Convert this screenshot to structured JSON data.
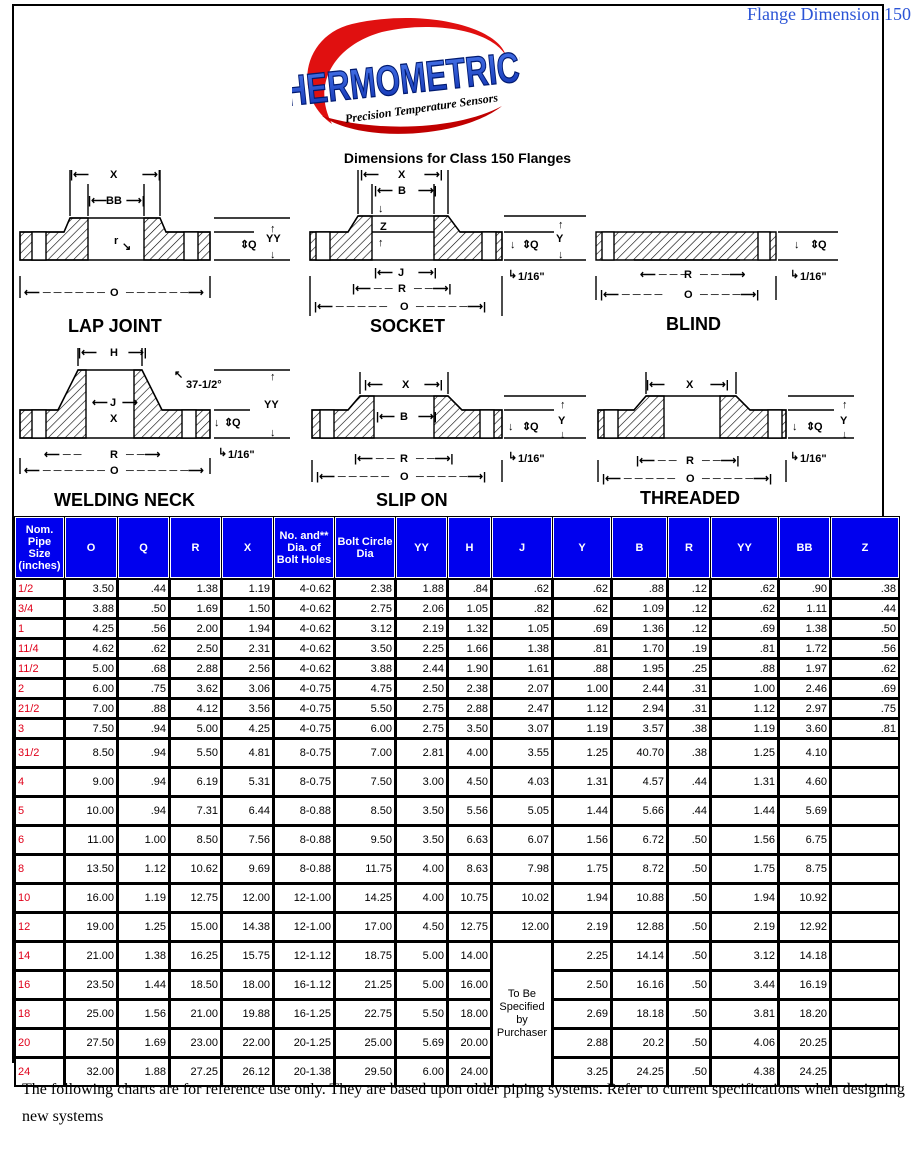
{
  "page_title": "Flange Dimension 150",
  "logo": {
    "brand": "THERMOMETRICS",
    "tagline": "Precision Temperature Sensors"
  },
  "heading": "Dimensions for Class 150 Flanges",
  "flanges": [
    "LAP JOINT",
    "SOCKET",
    "BLIND",
    "WELDING NECK",
    "SLIP ON",
    "THREADED"
  ],
  "dim_labels": {
    "x": "X",
    "bb": "BB",
    "o": "O",
    "r": "R",
    "q": "Q",
    "yy": "YY",
    "y": "Y",
    "b": "B",
    "z": "Z",
    "j": "J",
    "h": "H",
    "r_small": "r",
    "sixteenth": "1/16\"",
    "angle": "37-1/2°"
  },
  "table": {
    "headers": [
      "Nom. Pipe Size (inches)",
      "O",
      "Q",
      "R",
      "X",
      "No. and** Dia. of Bolt Holes",
      "Bolt Circle Dia",
      "YY",
      "H",
      "J",
      "Y",
      "B",
      "R",
      "YY",
      "BB",
      "Z"
    ],
    "rows": [
      [
        "1/2",
        "3.50",
        ".44",
        "1.38",
        "1.19",
        "4-0.62",
        "2.38",
        "1.88",
        ".84",
        ".62",
        ".62",
        ".88",
        ".12",
        ".62",
        ".90",
        ".38"
      ],
      [
        "3/4",
        "3.88",
        ".50",
        "1.69",
        "1.50",
        "4-0.62",
        "2.75",
        "2.06",
        "1.05",
        ".82",
        ".62",
        "1.09",
        ".12",
        ".62",
        "1.11",
        ".44"
      ],
      [
        "1",
        "4.25",
        ".56",
        "2.00",
        "1.94",
        "4-0.62",
        "3.12",
        "2.19",
        "1.32",
        "1.05",
        ".69",
        "1.36",
        ".12",
        ".69",
        "1.38",
        ".50"
      ],
      [
        "11/4",
        "4.62",
        ".62",
        "2.50",
        "2.31",
        "4-0.62",
        "3.50",
        "2.25",
        "1.66",
        "1.38",
        ".81",
        "1.70",
        ".19",
        ".81",
        "1.72",
        ".56"
      ],
      [
        "11/2",
        "5.00",
        ".68",
        "2.88",
        "2.56",
        "4-0.62",
        "3.88",
        "2.44",
        "1.90",
        "1.61",
        ".88",
        "1.95",
        ".25",
        ".88",
        "1.97",
        ".62"
      ],
      [
        "2",
        "6.00",
        ".75",
        "3.62",
        "3.06",
        "4-0.75",
        "4.75",
        "2.50",
        "2.38",
        "2.07",
        "1.00",
        "2.44",
        ".31",
        "1.00",
        "2.46",
        ".69"
      ],
      [
        "21/2",
        "7.00",
        ".88",
        "4.12",
        "3.56",
        "4-0.75",
        "5.50",
        "2.75",
        "2.88",
        "2.47",
        "1.12",
        "2.94",
        ".31",
        "1.12",
        "2.97",
        ".75"
      ],
      [
        "3",
        "7.50",
        ".94",
        "5.00",
        "4.25",
        "4-0.75",
        "6.00",
        "2.75",
        "3.50",
        "3.07",
        "1.19",
        "3.57",
        ".38",
        "1.19",
        "3.60",
        ".81"
      ],
      [
        "31/2",
        "8.50",
        ".94",
        "5.50",
        "4.81",
        "8-0.75",
        "7.00",
        "2.81",
        "4.00",
        "3.55",
        "1.25",
        "40.70",
        ".38",
        "1.25",
        "4.10",
        ""
      ],
      [
        "4",
        "9.00",
        ".94",
        "6.19",
        "5.31",
        "8-0.75",
        "7.50",
        "3.00",
        "4.50",
        "4.03",
        "1.31",
        "4.57",
        ".44",
        "1.31",
        "4.60",
        ""
      ],
      [
        "5",
        "10.00",
        ".94",
        "7.31",
        "6.44",
        "8-0.88",
        "8.50",
        "3.50",
        "5.56",
        "5.05",
        "1.44",
        "5.66",
        ".44",
        "1.44",
        "5.69",
        ""
      ],
      [
        "6",
        "11.00",
        "1.00",
        "8.50",
        "7.56",
        "8-0.88",
        "9.50",
        "3.50",
        "6.63",
        "6.07",
        "1.56",
        "6.72",
        ".50",
        "1.56",
        "6.75",
        ""
      ],
      [
        "8",
        "13.50",
        "1.12",
        "10.62",
        "9.69",
        "8-0.88",
        "11.75",
        "4.00",
        "8.63",
        "7.98",
        "1.75",
        "8.72",
        ".50",
        "1.75",
        "8.75",
        ""
      ],
      [
        "10",
        "16.00",
        "1.19",
        "12.75",
        "12.00",
        "12-1.00",
        "14.25",
        "4.00",
        "10.75",
        "10.02",
        "1.94",
        "10.88",
        ".50",
        "1.94",
        "10.92",
        ""
      ],
      [
        "12",
        "19.00",
        "1.25",
        "15.00",
        "14.38",
        "12-1.00",
        "17.00",
        "4.50",
        "12.75",
        "12.00",
        "2.19",
        "12.88",
        ".50",
        "2.19",
        "12.92",
        ""
      ],
      [
        "14",
        "21.00",
        "1.38",
        "16.25",
        "15.75",
        "12-1.12",
        "18.75",
        "5.00",
        "14.00",
        "",
        "2.25",
        "14.14",
        ".50",
        "3.12",
        "14.18",
        ""
      ],
      [
        "16",
        "23.50",
        "1.44",
        "18.50",
        "18.00",
        "16-1.12",
        "21.25",
        "5.00",
        "16.00",
        "",
        "2.50",
        "16.16",
        ".50",
        "3.44",
        "16.19",
        ""
      ],
      [
        "18",
        "25.00",
        "1.56",
        "21.00",
        "19.88",
        "16-1.25",
        "22.75",
        "5.50",
        "18.00",
        "",
        "2.69",
        "18.18",
        ".50",
        "3.81",
        "18.20",
        ""
      ],
      [
        "20",
        "27.50",
        "1.69",
        "23.00",
        "22.00",
        "20-1.25",
        "25.00",
        "5.69",
        "20.00",
        "",
        "2.88",
        "20.2",
        ".50",
        "4.06",
        "20.25",
        ""
      ],
      [
        "24",
        "32.00",
        "1.88",
        "27.25",
        "26.12",
        "20-1.38",
        "29.50",
        "6.00",
        "24.00",
        "",
        "3.25",
        "24.25",
        ".50",
        "4.38",
        "24.25",
        ""
      ]
    ],
    "note": "To Be Specified by Purchaser"
  },
  "footer": "The following charts are for reference use only. They are based upon older piping systems.  Refer to current specifications when designing new systems"
}
